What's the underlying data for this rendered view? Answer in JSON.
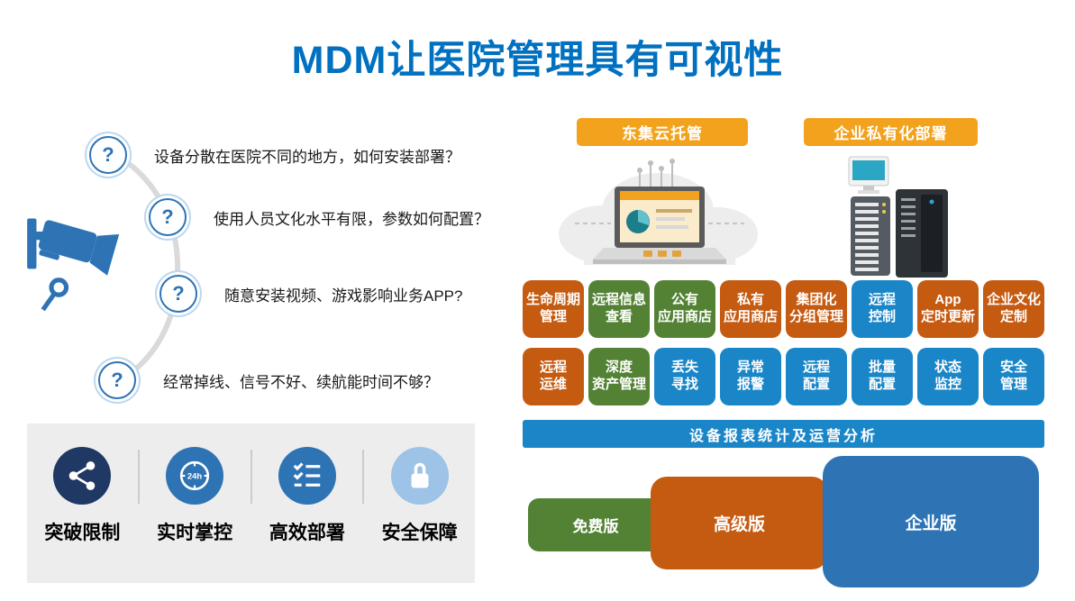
{
  "title": "MDM让医院管理具有可视性",
  "question_mark": "?",
  "questions": [
    {
      "text": "设备分散在医院不同的地方，如何安装部署？"
    },
    {
      "text": "使用人员文化水平有限，参数如何配置？"
    },
    {
      "text": "随意安装视频、游戏影响业务APP?"
    },
    {
      "text": "经常掉线、信号不好、续航能时间不够？"
    }
  ],
  "benefits": [
    {
      "label": "突破限制",
      "icon": "share-network-icon",
      "color": "#1F3864"
    },
    {
      "label": "实时掌控",
      "icon": "clock-24h-icon",
      "color": "#2E74B5",
      "clock_label": "24h"
    },
    {
      "label": "高效部署",
      "icon": "checklist-icon",
      "color": "#2E74B5"
    },
    {
      "label": "安全保障",
      "icon": "padlock-icon",
      "color": "#9DC3E6"
    }
  ],
  "deployment": [
    {
      "label": "东集云托管"
    },
    {
      "label": "企业私有化部署"
    }
  ],
  "features": [
    {
      "label": "生命周期\n管理",
      "color": "#C55A11"
    },
    {
      "label": "远程信息\n查看",
      "color": "#548235"
    },
    {
      "label": "公有\n应用商店",
      "color": "#548235"
    },
    {
      "label": "私有\n应用商店",
      "color": "#C55A11"
    },
    {
      "label": "集团化\n分组管理",
      "color": "#C55A11"
    },
    {
      "label": "远程\n控制",
      "color": "#1A86C8"
    },
    {
      "label": "App\n定时更新",
      "color": "#C55A11"
    },
    {
      "label": "企业文化\n定制",
      "color": "#C55A11"
    },
    {
      "label": "远程\n运维",
      "color": "#C55A11"
    },
    {
      "label": "深度\n资产管理",
      "color": "#548235"
    },
    {
      "label": "丢失\n寻找",
      "color": "#1A86C8"
    },
    {
      "label": "异常\n报警",
      "color": "#1A86C8"
    },
    {
      "label": "远程\n配置",
      "color": "#1A86C8"
    },
    {
      "label": "批量\n配置",
      "color": "#1A86C8"
    },
    {
      "label": "状态\n监控",
      "color": "#1A86C8"
    },
    {
      "label": "安全\n管理",
      "color": "#1A86C8"
    }
  ],
  "banner": "设备报表统计及运营分析",
  "versions": [
    {
      "label": "免费版",
      "color": "#548235"
    },
    {
      "label": "高级版",
      "color": "#C55A11"
    },
    {
      "label": "企业版",
      "color": "#2E74B5"
    }
  ],
  "colors": {
    "title": "#0070C0",
    "deploy_button": "#F2A21C",
    "panel_background": "#EDEDED",
    "banner_blue": "#1A86C8"
  }
}
